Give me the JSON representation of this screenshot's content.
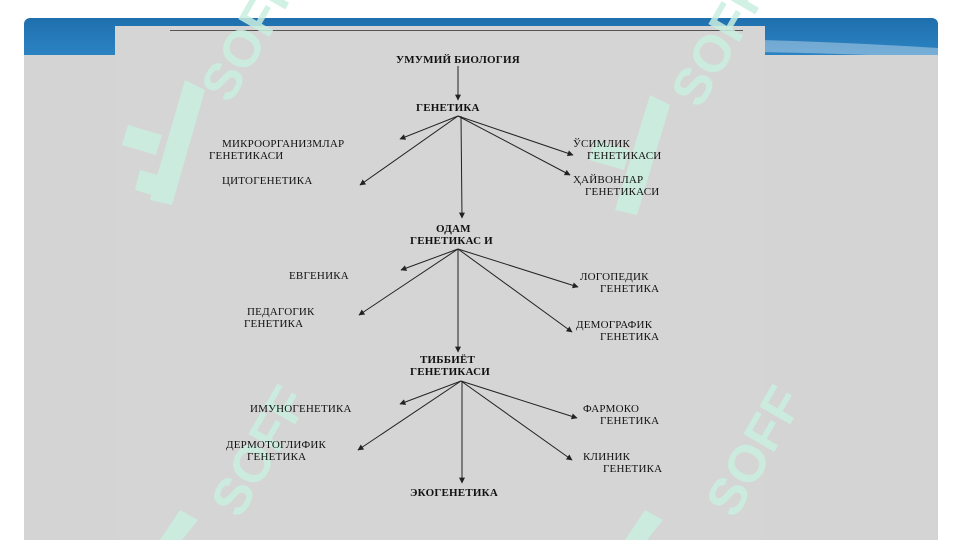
{
  "nodes": {
    "root": "УМУМИЙ БИОЛОГИЯ",
    "genetics": "ГЕНЕТИКА",
    "micro_1": "МИКРООРГАНИЗМЛАР",
    "micro_2": "ГЕНЕТИКАСИ",
    "cyto": "ЦИТОГЕНЕТИКА",
    "plant_1": "ЎСИМЛИК",
    "plant_2": "ГЕНЕТИКАСИ",
    "animal_1": "ҲАЙВОНЛАР",
    "animal_2": "ГЕНЕТИКАСИ",
    "human_1": "ОДАМ",
    "human_2": "ГЕНЕТИКАС И",
    "eugenics": "ЕВГЕНИКА",
    "ped_1": "ПЕДАГОГИК",
    "ped_2": "ГЕНЕТИКА",
    "logo_1": "ЛОГОПЕДИК",
    "logo_2": "ГЕНЕТИКА",
    "demo_1": "ДЕМОГРАФИК",
    "demo_2": "ГЕНЕТИКА",
    "med_1": "ТИББИЁТ",
    "med_2": "ГЕНЕТИКАСИ",
    "immuno": "ИМУНОГЕНЕТИКА",
    "dermo_1": "ДЕРМОТОГЛИФИК",
    "dermo_2": "ГЕНЕТИКА",
    "pharma_1": "ФАРМОКО",
    "pharma_2": "ГЕНЕТИКА",
    "clinic_1": "КЛИНИК",
    "clinic_2": "ГЕНЕТИКА",
    "eco": "ЭКОГЕНЕТИКА"
  },
  "watermark_text": "SOFF",
  "colors": {
    "band_dark": "#1f6fae",
    "band_light": "#8fc4e8",
    "panel": "#d4d4d4",
    "watermark": "#c9efe0",
    "arrow": "#222222"
  }
}
